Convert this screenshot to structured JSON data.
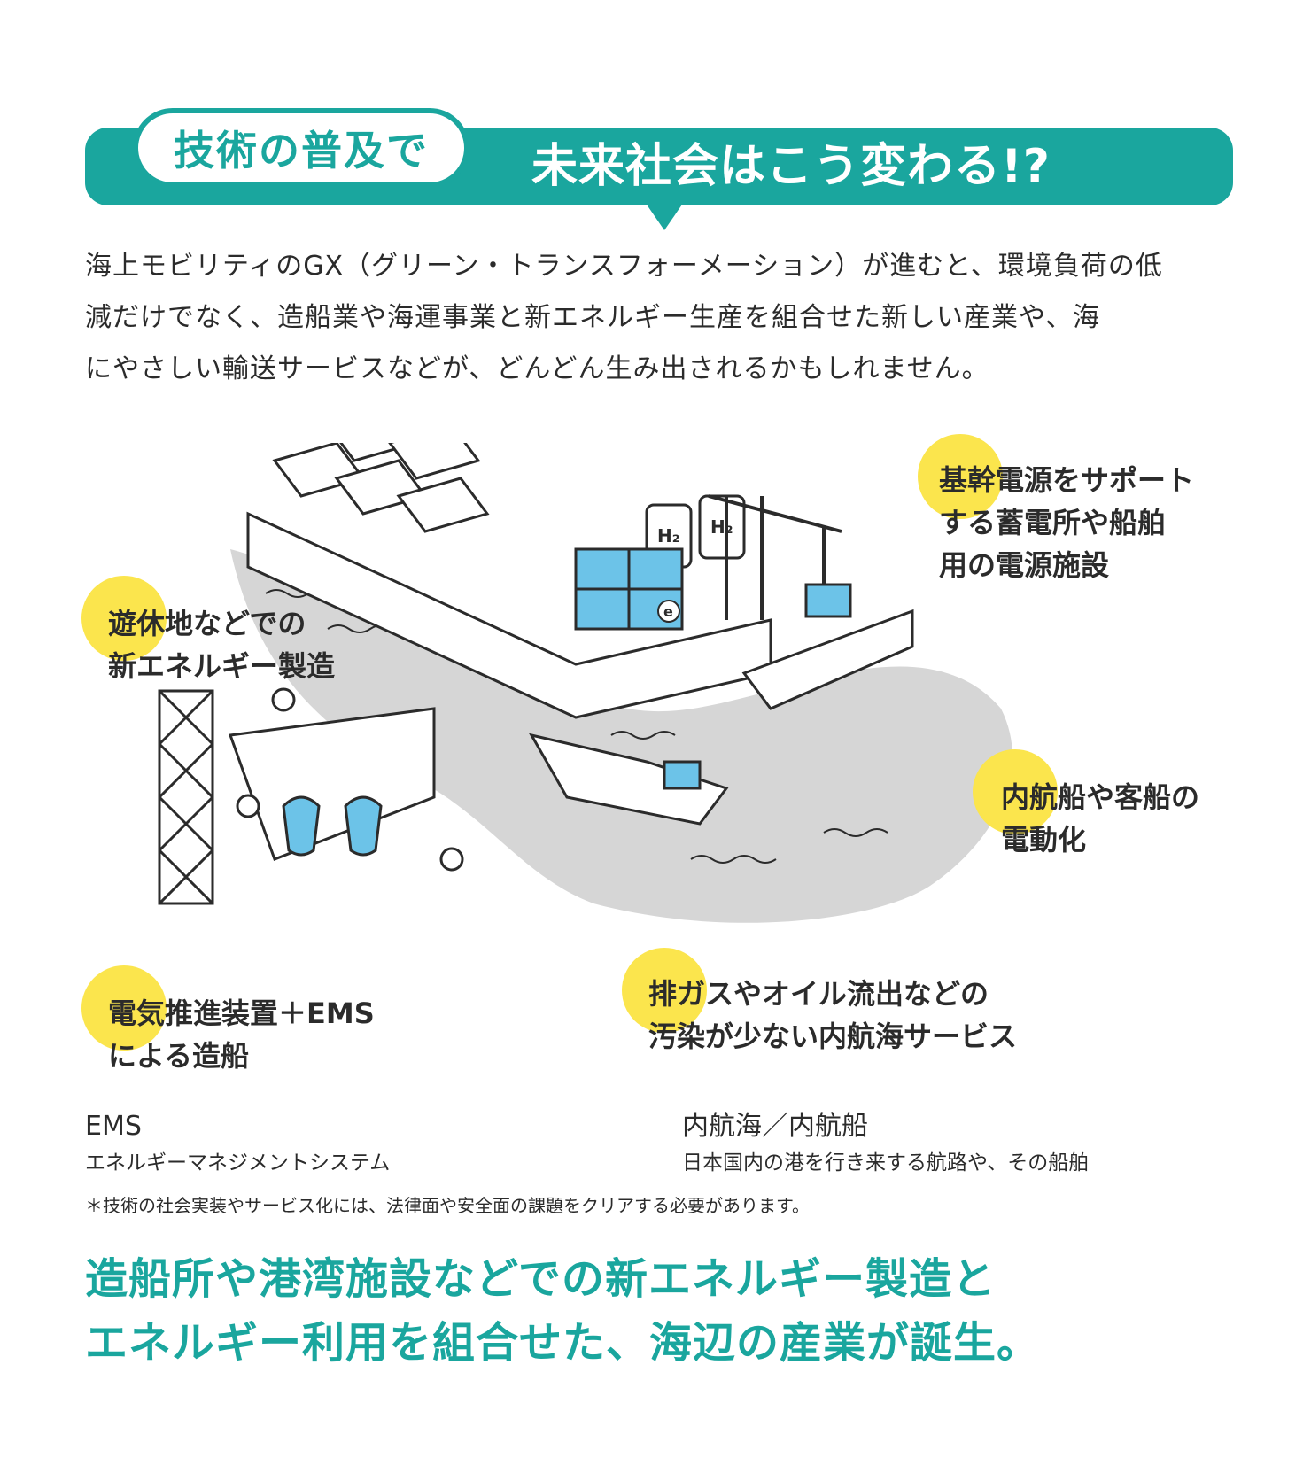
{
  "header": {
    "badge": "技術の普及で",
    "headline": "未来社会はこう変わる!?"
  },
  "intro": {
    "line1": "海上モビリティのGX（グリーン・トランスフォーメーション）が進むと、環境負荷の低",
    "line2": "減だけでなく、造船業や海運事業と新エネルギー生産を組合せた新しい産業や、海",
    "line3": "にやさしい輸送サービスなどが、どんどん生み出されるかもしれません。"
  },
  "callouts": {
    "c1": {
      "line1": "基幹電源をサポート",
      "line2": "する蓄電所や船舶",
      "line3": "用の電源施設"
    },
    "c2": {
      "line1": "遊休地などでの",
      "line2": "新エネルギー製造"
    },
    "c3": {
      "line1": "内航船や客船の",
      "line2": "電動化"
    },
    "c4": {
      "line1": "電気推進装置＋EMS",
      "line2": "による造船"
    },
    "c5": {
      "line1": "排ガスやオイル流出などの",
      "line2": "汚染が少ない内航海サービス"
    }
  },
  "glossary": {
    "ems_term": "EMS",
    "ems_def": "エネルギーマネジメントシステム",
    "naikou_term": "内航海／内航船",
    "naikou_def": "日本国内の港を行き来する航路や、その船舶"
  },
  "note": "＊技術の社会実装やサービス化には、法律面や安全面の課題をクリアする必要があります。",
  "closing": {
    "line1": "造船所や港湾施設などでの新エネルギー製造と",
    "line2": "エネルギー利用を組合せた、海辺の産業が誕生。"
  },
  "illustration_labels": {
    "container_mark": "e",
    "hydrogen_mark": "H₂"
  },
  "colors": {
    "teal": "#1aa69e",
    "yellow": "#fbe54d",
    "blue": "#6cc3e8",
    "water": "#d6d6d6",
    "text": "#2b2b2b"
  }
}
